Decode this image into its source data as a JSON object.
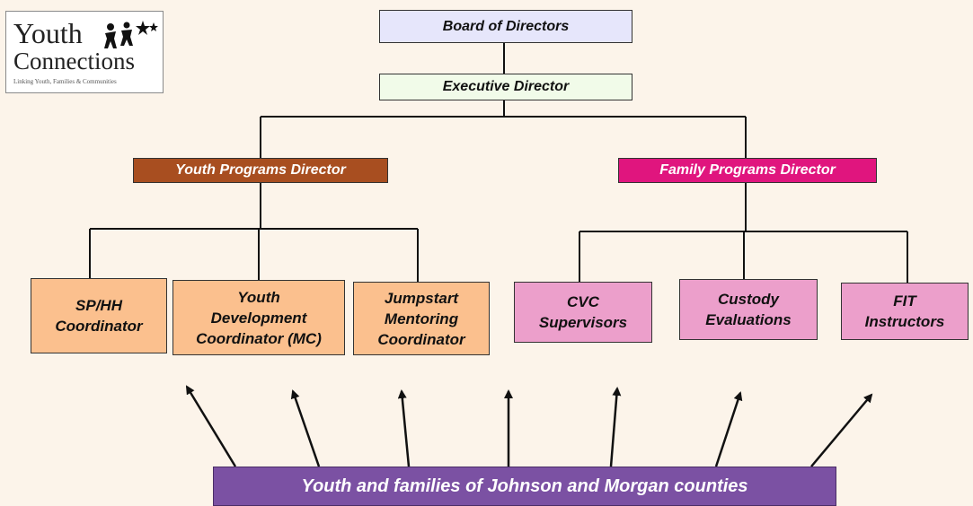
{
  "logo": {
    "line1": "Youth",
    "line2": "Connections",
    "tagline": "Linking Youth, Families & Communities",
    "icon": "people-stars-icon"
  },
  "board": "Board of Directors",
  "executive": "Executive Director",
  "youth_director": "Youth Programs Director",
  "family_director": "Family Programs Director",
  "youth_programs": [
    "SP/HH\nCoordinator",
    "Youth\nDevelopment\nCoordinator (MC)",
    "Jumpstart\nMentoring\nCoordinator"
  ],
  "family_programs": [
    "CVC\nSupervisors",
    "Custody\nEvaluations",
    "FIT\nInstructors"
  ],
  "base": "Youth and families of Johnson and Morgan counties",
  "colors": {
    "background": "#fcf4ea",
    "board": "#e6e6fb",
    "executive": "#f1fbe9",
    "youth_director": "#a84e20",
    "family_director": "#e0157e",
    "youth_leaf": "#fbc08e",
    "family_leaf": "#ec9fcb",
    "base": "#7b51a3"
  }
}
